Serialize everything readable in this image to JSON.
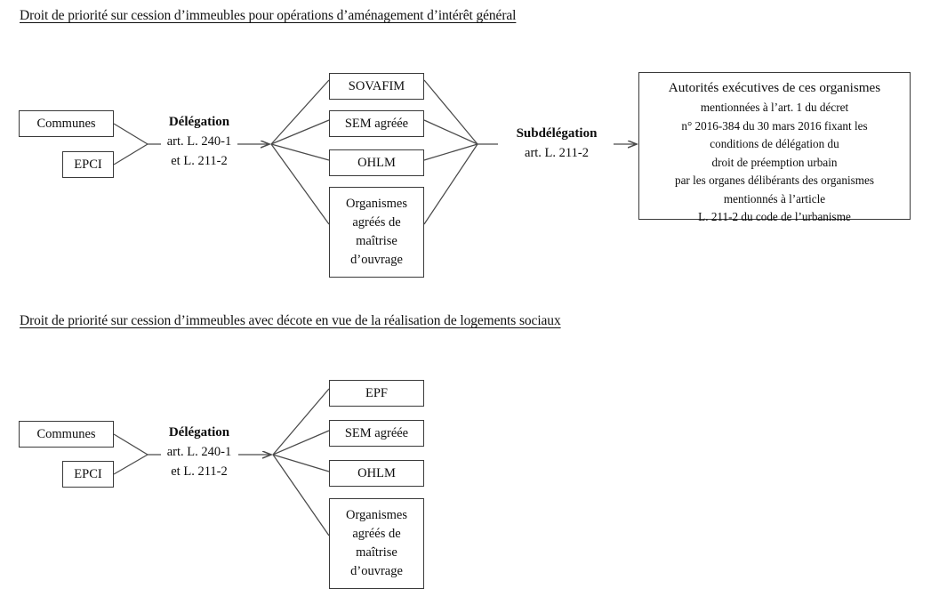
{
  "page": {
    "background": "#ffffff",
    "line_color": "#4a4a4a",
    "border_color": "#3a3a3a",
    "text_color": "#0d0d0d"
  },
  "sections": [
    {
      "title": "Droit de priorité sur cession d’immeubles pour opérations d’aménagement d’intérêt général",
      "sources": [
        {
          "label": "Communes"
        },
        {
          "label": "EPCI"
        }
      ],
      "delegation": {
        "heading": "Délégation",
        "line1": "art. L. 240-1",
        "line2": "et L. 211-2"
      },
      "delegatees": [
        {
          "lines": [
            "SOVAFIM"
          ]
        },
        {
          "lines": [
            "SEM agréée"
          ]
        },
        {
          "lines": [
            "OHLM"
          ]
        },
        {
          "lines": [
            "Organismes",
            "agréés de",
            "maîtrise",
            "d’ouvrage"
          ]
        }
      ],
      "subdelegation": {
        "heading": "Subdélégation",
        "line1": "art. L. 211-2"
      },
      "authority_box": {
        "lead": "Autorités exécutives  de ces organismes",
        "lines": [
          "mentionnées à l’art. 1 du décret",
          "n° 2016-384 du 30 mars 2016 fixant les",
          "conditions de délégation du",
          "droit de préemption urbain",
          "par les organes délibérants des organismes",
          "mentionnés à l’article",
          "L. 211-2 du code de l’urbanisme"
        ]
      }
    },
    {
      "title": "Droit de priorité sur cession d’immeubles avec décote en vue de la réalisation de logements sociaux",
      "sources": [
        {
          "label": "Communes"
        },
        {
          "label": "EPCI"
        }
      ],
      "delegation": {
        "heading": "Délégation",
        "line1": "art. L. 240-1",
        "line2": "et L. 211-2"
      },
      "delegatees": [
        {
          "lines": [
            "EPF"
          ]
        },
        {
          "lines": [
            "SEM agréée"
          ]
        },
        {
          "lines": [
            "OHLM"
          ]
        },
        {
          "lines": [
            "Organismes",
            "agréés de",
            "maîtrise",
            "d’ouvrage"
          ]
        }
      ]
    }
  ]
}
